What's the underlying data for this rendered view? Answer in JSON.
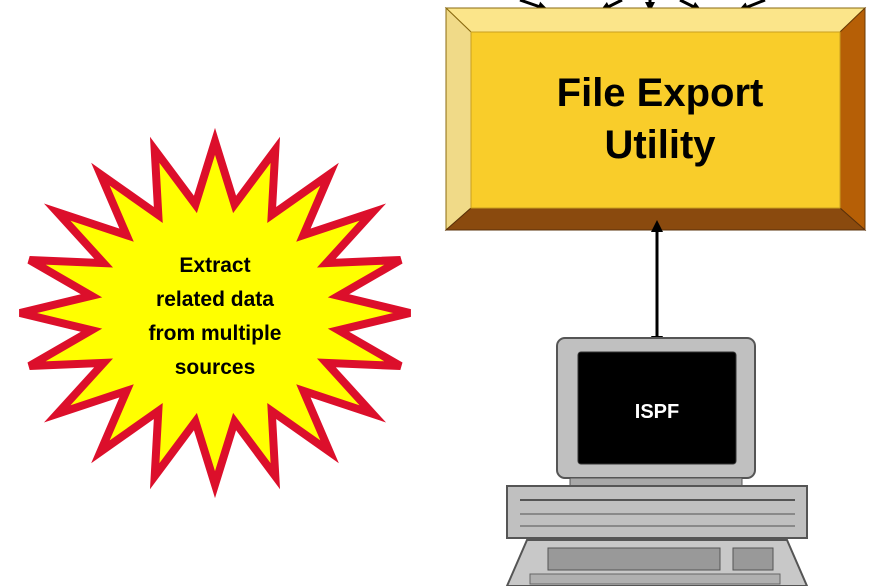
{
  "utility_box": {
    "title_line1": "File Export",
    "title_line2": "Utility"
  },
  "starburst": {
    "line1": "Extract",
    "line2": "related data",
    "line3": "from multiple",
    "line4": "sources"
  },
  "computer": {
    "screen_label": "ISPF"
  },
  "colors": {
    "button_face": "#F9CD2A",
    "button_top_bevel": "#FBE58A",
    "button_left_bevel": "#F0DA88",
    "button_right_bevel": "#B65F06",
    "button_bottom_bevel": "#8A4A0E",
    "star_fill": "#FFFF00",
    "star_border": "#DC0F2B",
    "computer_body": "#C0C0C0",
    "screen": "#000000"
  }
}
